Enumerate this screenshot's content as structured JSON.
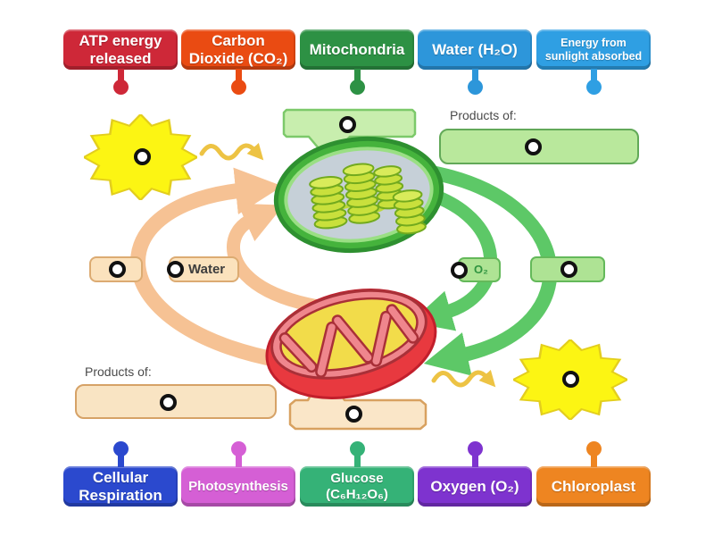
{
  "activity": {
    "top_labels": [
      {
        "text": "ATP energy\nreleased",
        "color": "#ce2838"
      },
      {
        "text": "Carbon\nDioxide (CO₂)",
        "color": "#ea4b12"
      },
      {
        "text": "Mitochondria",
        "color": "#2d9144"
      },
      {
        "text": "Water (H₂O)",
        "color": "#2d96da"
      },
      {
        "text": "Energy from\nsunlight absorbed",
        "color": "#2f9fe3"
      }
    ],
    "bottom_labels": [
      {
        "text": "Cellular\nRespiration",
        "color": "#2b49ce"
      },
      {
        "text": "Photosynthesis",
        "color": "#d55fd5"
      },
      {
        "text": "Glucose\n(C₆H₁₂O₆)",
        "color": "#35b277"
      },
      {
        "text": "Oxygen (O₂)",
        "color": "#7e33cf"
      },
      {
        "text": "Chloroplast",
        "color": "#ee8521"
      }
    ]
  },
  "diagram": {
    "top_products_label": "Products of:",
    "bottom_products_label": "Products of:",
    "water_label": "Water",
    "o2_label": "O₂",
    "colors": {
      "respiration_arrow_green": "#5dc867",
      "photosynthesis_arrow_peach": "#f6c294",
      "energy_arrow_amber": "#edc344",
      "starburst_fill": "#fcf513",
      "green_callout_fill": "#c8eeae",
      "peach_callout_fill": "#fae6c8"
    }
  }
}
